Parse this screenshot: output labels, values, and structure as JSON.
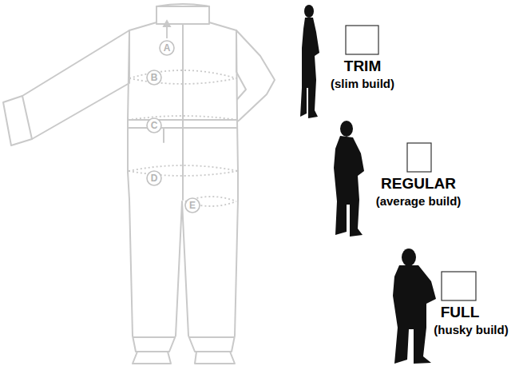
{
  "diagram": {
    "nodes": [
      {
        "text": [
          "A"
        ]
      },
      {
        "text": [
          "B"
        ]
      },
      {
        "text": [
          "C"
        ]
      },
      {
        "text": [
          "D"
        ]
      },
      {
        "text": [
          "E"
        ]
      }
    ],
    "labels": [
      "TRIM",
      "(slim build)",
      "REGULAR",
      "(average build)",
      "FULL",
      "(husky build)"
    ]
  }
}
